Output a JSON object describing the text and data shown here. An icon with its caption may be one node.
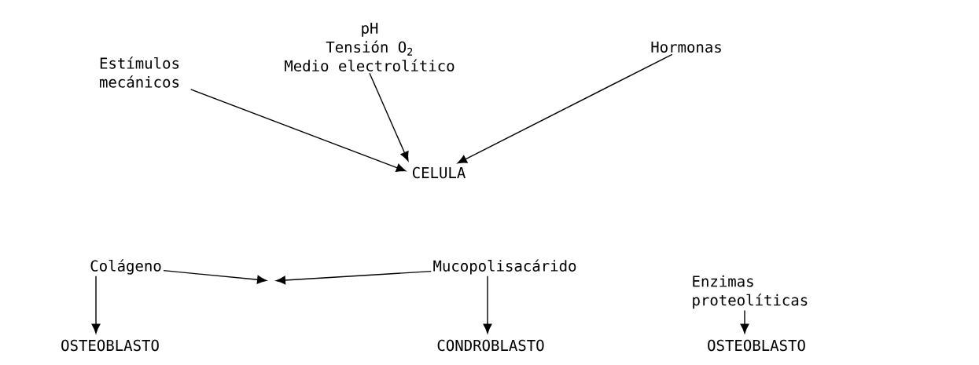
{
  "diagram": {
    "nodes": [
      {
        "text": [
          "Estímulos mecánicos"
        ]
      },
      {
        "text": [
          "pH",
          "Tensión O$_{2}$",
          "Medio electrolítico"
        ]
      },
      {
        "text": [
          "Hormonas"
        ]
      },
      {
        "text": [
          "CELULA"
        ]
      },
      {
        "text": [
          "Colágeno"
        ]
      },
      {
        "text": [
          "Mucopolisacárido"
        ]
      },
      {
        "text": [
          "OSTEOBLASTO"
        ]
      },
      {
        "text": [
          "CONDROBLASTO"
        ]
      },
      {
        "text": [
          "Enzimas proteolíticas"
        ]
      },
      {
        "text": [
          "OSTEOBLASTO"
        ]
      }
    ],
    "edges": [
      {
        "from": 0,
        "to": 3,
        "arrow": "to"
      },
      {
        "from": 1,
        "to": 3,
        "arrow": "to"
      },
      {
        "from": 2,
        "to": 3,
        "arrow": "to"
      },
      {
        "from": 4,
        "to": null,
        "arrow": "to"
      },
      {
        "from": 5,
        "to": null,
        "arrow": "to"
      },
      {
        "from": 4,
        "to": 6,
        "arrow": "to"
      },
      {
        "from": 5,
        "to": 7,
        "arrow": "to"
      },
      {
        "from": 8,
        "to": 9,
        "arrow": "to"
      }
    ]
  }
}
